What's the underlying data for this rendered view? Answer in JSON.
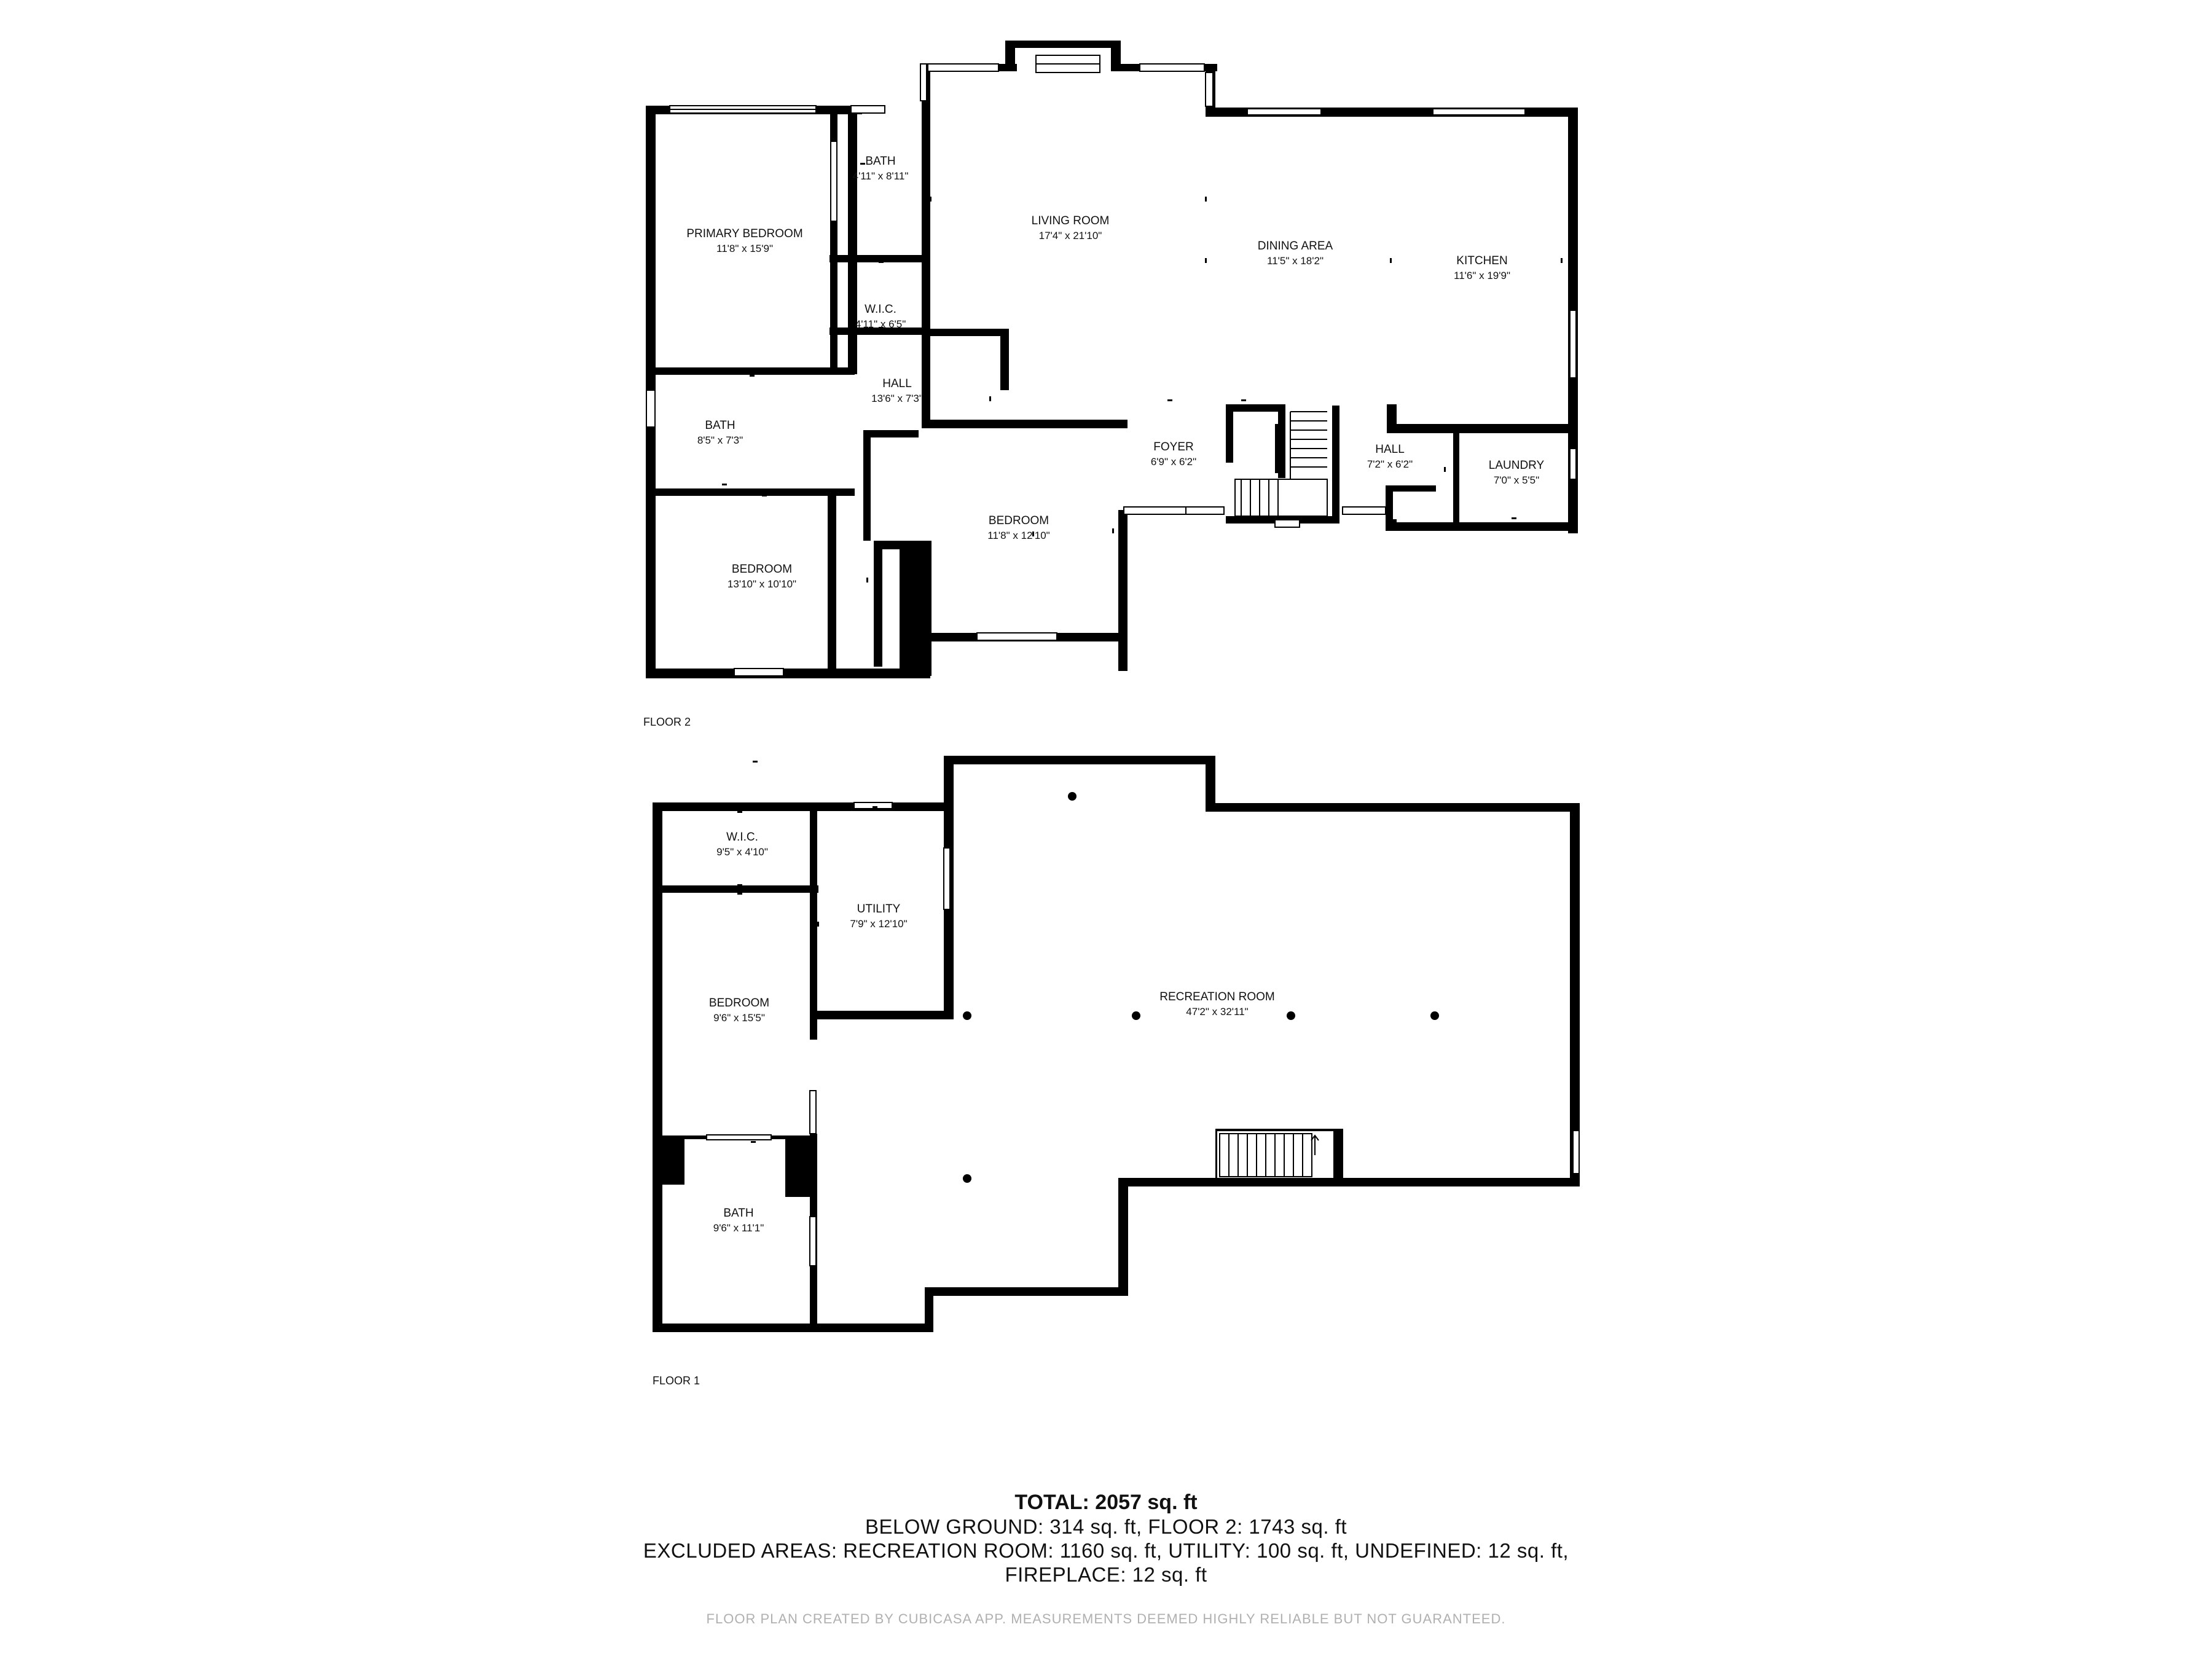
{
  "floors": [
    {
      "label": "FLOOR 2",
      "rooms": [
        {
          "name": "PRIMARY BEDROOM",
          "dims": "11'8\" x 15'9\""
        },
        {
          "name": "BATH",
          "dims": "4'11\" x 8'11\""
        },
        {
          "name": "W.I.C.",
          "dims": "4'11\" x 6'5\""
        },
        {
          "name": "LIVING ROOM",
          "dims": "17'4\" x 21'10\""
        },
        {
          "name": "DINING AREA",
          "dims": "11'5\" x 18'2\""
        },
        {
          "name": "KITCHEN",
          "dims": "11'6\" x 19'9\""
        },
        {
          "name": "HALL",
          "dims": "13'6\" x 7'3\""
        },
        {
          "name": "BATH",
          "dims": "8'5\" x 7'3\""
        },
        {
          "name": "FOYER",
          "dims": "6'9\" x 6'2\""
        },
        {
          "name": "HALL",
          "dims": "7'2\" x 6'2\""
        },
        {
          "name": "LAUNDRY",
          "dims": "7'0\" x 5'5\""
        },
        {
          "name": "BEDROOM",
          "dims": "11'8\" x 12'10\""
        },
        {
          "name": "BEDROOM",
          "dims": "13'10\" x 10'10\""
        }
      ]
    },
    {
      "label": "FLOOR 1",
      "rooms": [
        {
          "name": "W.I.C.",
          "dims": "9'5\" x 4'10\""
        },
        {
          "name": "UTILITY",
          "dims": "7'9\" x 12'10\""
        },
        {
          "name": "RECREATION ROOM",
          "dims": "47'2\" x 32'11\""
        },
        {
          "name": "BEDROOM",
          "dims": "9'6\" x 15'5\""
        },
        {
          "name": "BATH",
          "dims": "9'6\" x 11'1\""
        }
      ]
    }
  ],
  "summary": {
    "total": "TOTAL: 2057 sq. ft",
    "line1": "BELOW GROUND: 314 sq. ft, FLOOR 2: 1743 sq. ft",
    "line2": "EXCLUDED AREAS: RECREATION ROOM: 1160 sq. ft, UTILITY: 100 sq. ft, UNDEFINED: 12 sq. ft,",
    "line3": "FIREPLACE: 12 sq. ft"
  },
  "footer_note": "FLOOR PLAN CREATED BY CUBICASA APP. MEASUREMENTS DEEMED HIGHLY RELIABLE BUT NOT GUARANTEED."
}
